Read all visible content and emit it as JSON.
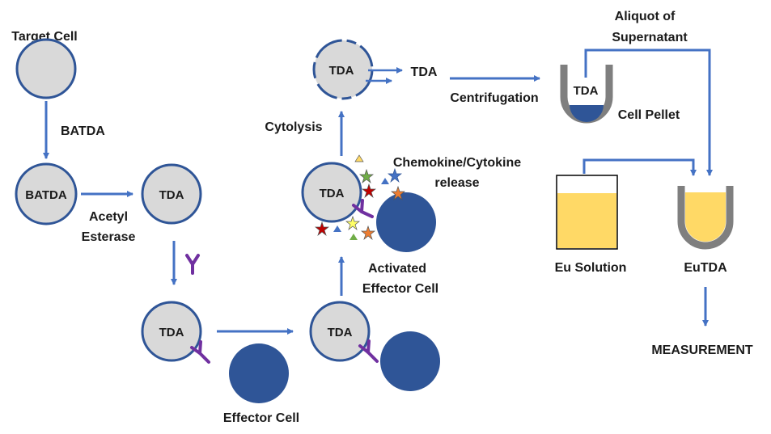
{
  "labels": {
    "target_cell": "Target Cell",
    "batda": "BATDA",
    "cell_batda": "BATDA",
    "cell_tda": "TDA",
    "acetyl": "Acetyl",
    "esterase": "Esterase",
    "effector_cell": "Effector Cell",
    "activated_1": "Activated",
    "activated_2": "Effector Cell",
    "chemokine_1": "Chemokine/Cytokine",
    "chemokine_2": "release",
    "cytolysis": "Cytolysis",
    "released_tda": "TDA",
    "centrifugation": "Centrifugation",
    "aliquot_1": "Aliquot of",
    "aliquot_2": "Supernatant",
    "cell_pellet": "Cell Pellet",
    "eu_solution": "Eu Solution",
    "eutda": "EuTDA",
    "measurement": "MEASUREMENT"
  },
  "colors": {
    "arrow": "#4472c4",
    "cell_fill": "#d9d9d9",
    "cell_stroke": "#2f5597",
    "effector": "#2f5597",
    "antibody": "#7030a0",
    "tube": "#7f7f7f",
    "solution": "#ffd966"
  }
}
